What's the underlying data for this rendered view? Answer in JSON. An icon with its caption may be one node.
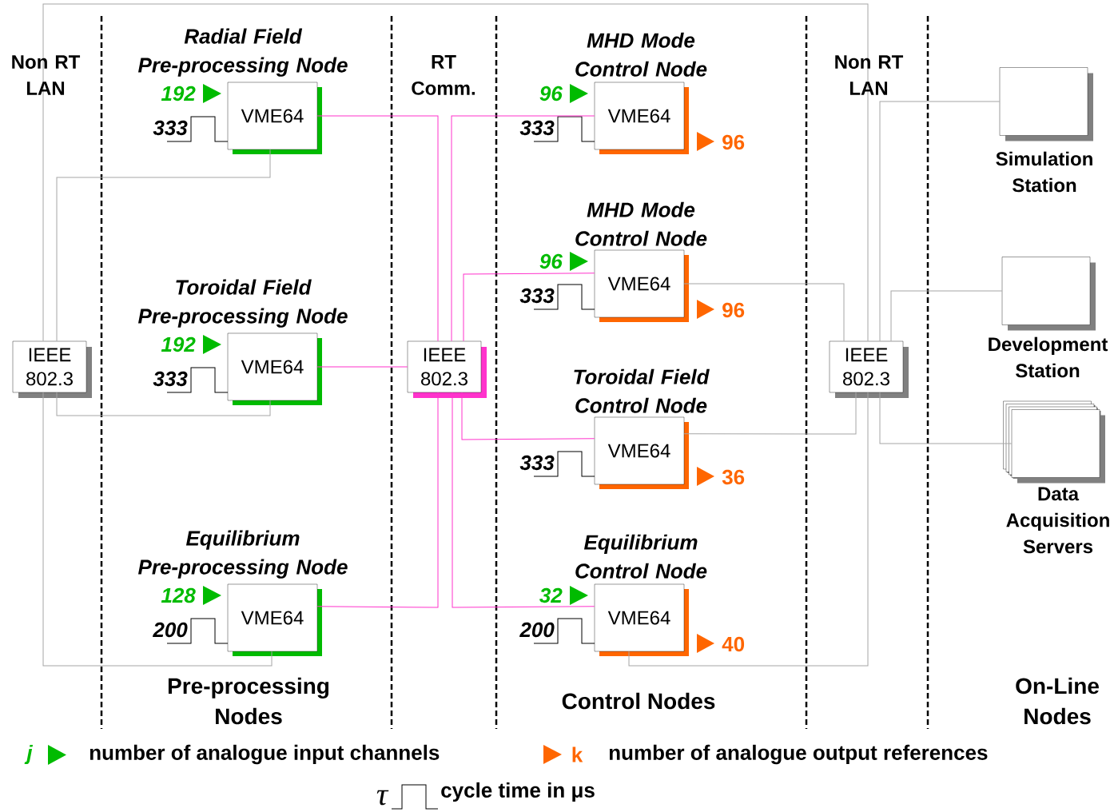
{
  "diagram": {
    "nodes": [
      {
        "text": [
          "IEEE 802.3"
        ]
      },
      {
        "text": [
          "Radial Field Pre-processing Node",
          "VME64"
        ],
        "beside": [
          "192",
          "333"
        ]
      },
      {
        "text": [
          "Toroidal Field Pre-processing Node",
          "VME64"
        ],
        "beside": [
          "192",
          "333"
        ]
      },
      {
        "text": [
          "Equilibrium Pre-processing Node",
          "VME64"
        ],
        "beside": [
          "128",
          "200"
        ]
      },
      {
        "text": [
          "IEEE 802.3"
        ]
      },
      {
        "text": [
          "MHD Mode Control Node",
          "VME64"
        ],
        "beside": [
          "96",
          "333",
          "96"
        ]
      },
      {
        "text": [
          "MHD Mode Control Node",
          "VME64"
        ],
        "beside": [
          "96",
          "333",
          "96"
        ]
      },
      {
        "text": [
          "Toroidal Field Control Node",
          "VME64"
        ],
        "beside": [
          "333",
          "36"
        ]
      },
      {
        "text": [
          "Equilibrium Control Node",
          "VME64"
        ],
        "beside": [
          "32",
          "200",
          "40"
        ]
      },
      {
        "text": [
          "IEEE 802.3"
        ]
      },
      {
        "text": [
          "Simulation Station"
        ]
      },
      {
        "text": [
          "Development Station"
        ]
      },
      {
        "text": [
          "Data Acquisition Servers"
        ]
      }
    ],
    "edges": [
      {
        "from": 0,
        "to": 1,
        "arrow": "none"
      },
      {
        "from": 0,
        "to": 2,
        "arrow": "none"
      },
      {
        "from": 0,
        "to": 3,
        "arrow": "none"
      },
      {
        "from": 0,
        "to": 9,
        "arrow": "none"
      },
      {
        "from": 9,
        "to": 6,
        "arrow": "none"
      },
      {
        "from": 9,
        "to": 7,
        "arrow": "none"
      },
      {
        "from": 9,
        "to": 8,
        "arrow": "none"
      },
      {
        "from": 9,
        "to": 10,
        "arrow": "none"
      },
      {
        "from": 9,
        "to": 11,
        "arrow": "none"
      },
      {
        "from": 9,
        "to": 12,
        "arrow": "none"
      },
      {
        "from": 1,
        "to": 4,
        "arrow": "none",
        "color": "#ff33cc"
      },
      {
        "from": 5,
        "to": 4,
        "arrow": "none",
        "color": "#ff33cc"
      },
      {
        "from": 6,
        "to": 4,
        "arrow": "none",
        "color": "#ff33cc"
      },
      {
        "from": 2,
        "to": 4,
        "arrow": "none",
        "color": "#ff33cc"
      },
      {
        "from": 7,
        "to": 4,
        "arrow": "none",
        "color": "#ff33cc"
      },
      {
        "from": 3,
        "to": 4,
        "arrow": "none",
        "color": "#ff33cc"
      },
      {
        "from": 8,
        "to": 4,
        "arrow": "none",
        "color": "#ff33cc"
      }
    ],
    "labels": [
      "Non RT LAN",
      "RT Comm.",
      "Non RT LAN",
      "Pre-processing Nodes",
      "Control Nodes",
      "On-Line Nodes",
      "j",
      "k",
      "τ"
    ],
    "legend": [
      {
        "text": "number of analogue input channels"
      },
      {
        "text": "number of analogue output references"
      },
      {
        "text": "cycle time in μs"
      }
    ]
  }
}
